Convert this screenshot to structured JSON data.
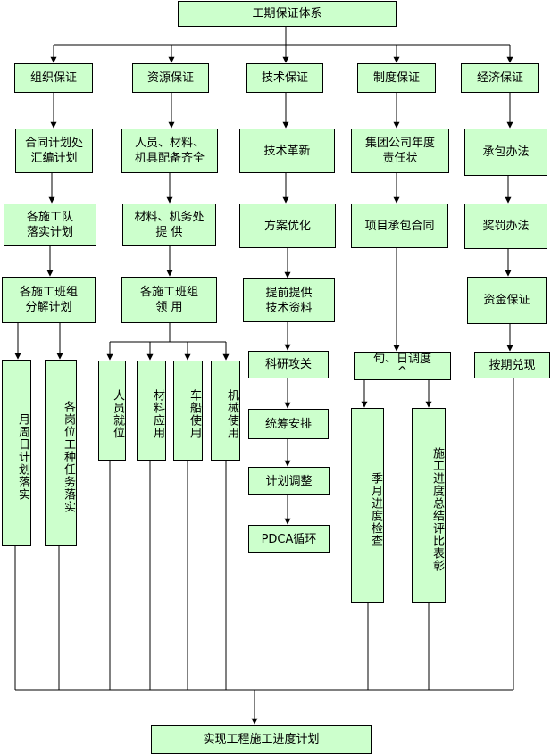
{
  "title": "工期保证体系",
  "goal": "实现工程施工进度计划",
  "branches": {
    "org": {
      "head": "组织保证",
      "steps": [
        "合同计划处\n汇编计划",
        "各施工队\n落实计划",
        "各施工班组\n分解计划"
      ],
      "leaves": [
        "月周日计划落实",
        "各岗位工种任务落实"
      ]
    },
    "res": {
      "head": "资源保证",
      "steps": [
        "人员、材料、\n机具配备齐全",
        "材料、机务处\n提  供",
        "各施工班组\n领  用"
      ],
      "leaves": [
        "人员就位",
        "材料应用",
        "车船使用",
        "机械使用"
      ]
    },
    "tech": {
      "head": "技术保证",
      "steps": [
        "技术革新",
        "方案优化",
        "提前提供\n技术资料",
        "科研攻关",
        "统筹安排",
        "计划调整",
        "PDCA循环"
      ]
    },
    "sys": {
      "head": "制度保证",
      "steps": [
        "集团公司年度\n责任状",
        "项目承包合同",
        "旬、日调度\n^"
      ],
      "leaves": [
        "季月进度检查",
        "施工进度总结评比表彰"
      ]
    },
    "econ": {
      "head": "经济保证",
      "steps": [
        "承包办法",
        "奖罚办法",
        "资金保证",
        "按期兑现"
      ]
    }
  }
}
